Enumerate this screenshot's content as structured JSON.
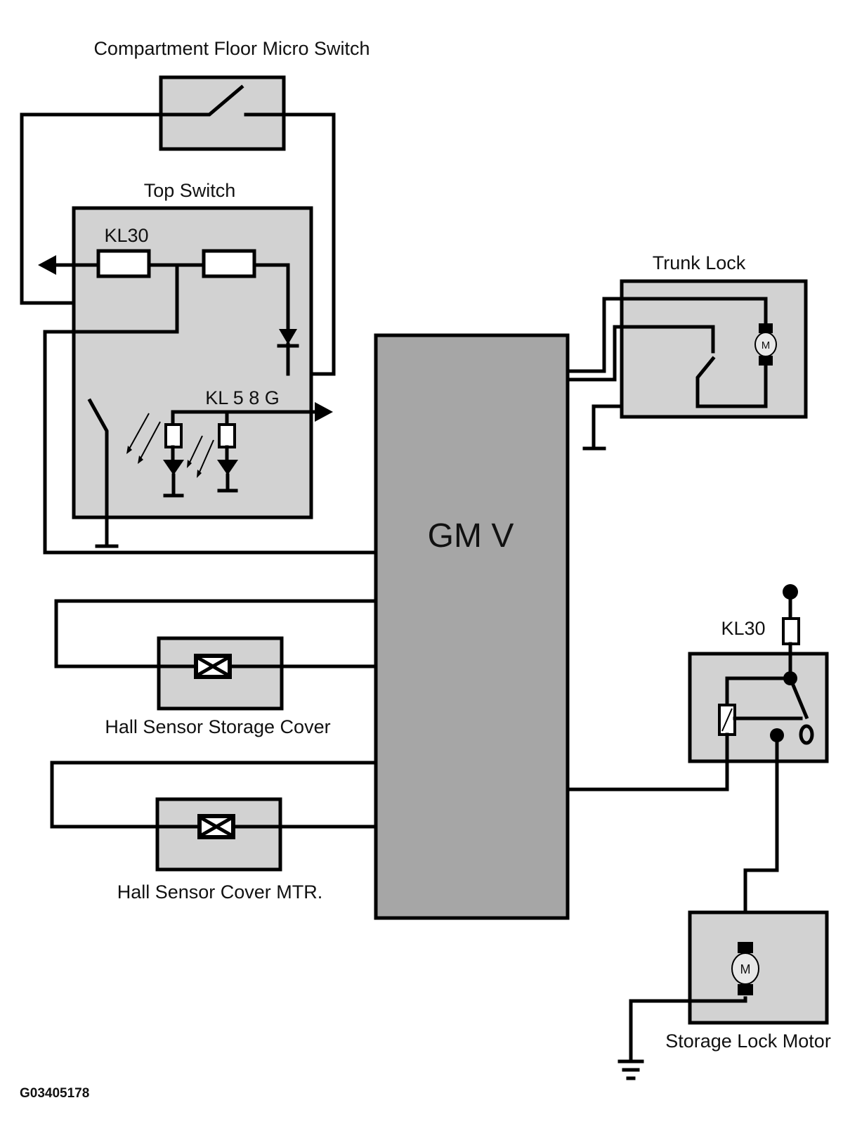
{
  "labels": {
    "micro_switch": "Compartment Floor Micro  Switch",
    "top_switch": "Top Switch",
    "kl30_top": "KL30",
    "kl58g": "KL 5 8 G",
    "trunk_lock": "Trunk Lock",
    "gmv": "GM V",
    "kl30_right": "KL30",
    "hall_storage": "Hall Sensor Storage Cover",
    "hall_mtr": "Hall Sensor Cover MTR.",
    "storage_motor": "Storage Lock Motor",
    "figure_id": "G03405178",
    "motor_letter": "M"
  },
  "colors": {
    "module_fill": "#a6a6a6",
    "component_fill": "#d2d2d2",
    "wire": "#000000"
  }
}
